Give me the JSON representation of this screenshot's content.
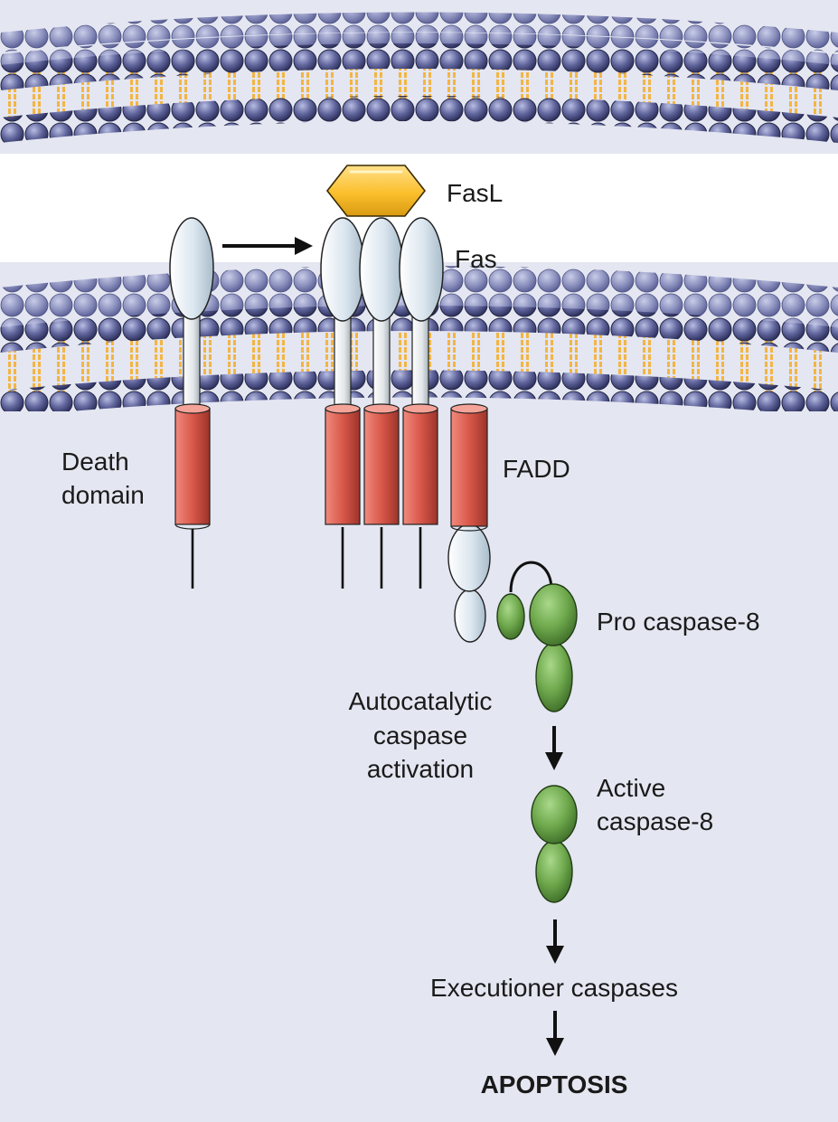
{
  "labels": {
    "fasl": "FasL",
    "fas": "Fas",
    "death_domain_line1": "Death",
    "death_domain_line2": "domain",
    "fadd": "FADD",
    "pro_caspase8": "Pro caspase-8",
    "autocatalytic_line1": "Autocatalytic",
    "autocatalytic_line2": "caspase",
    "autocatalytic_line3": "activation",
    "active_line1": "Active",
    "active_line2": "caspase-8",
    "executioner": "Executioner caspases",
    "apoptosis": "APOPTOSIS"
  },
  "colors": {
    "background": "#e4e6f1",
    "lipid_head": "#5c6196",
    "lipid_tail": "#f3b543",
    "receptor_head": "#e2ebf3",
    "death_domain": "#d8584a",
    "fasl": "#fbbf2c",
    "caspase": "#6ea84c",
    "arrow": "#111111"
  }
}
